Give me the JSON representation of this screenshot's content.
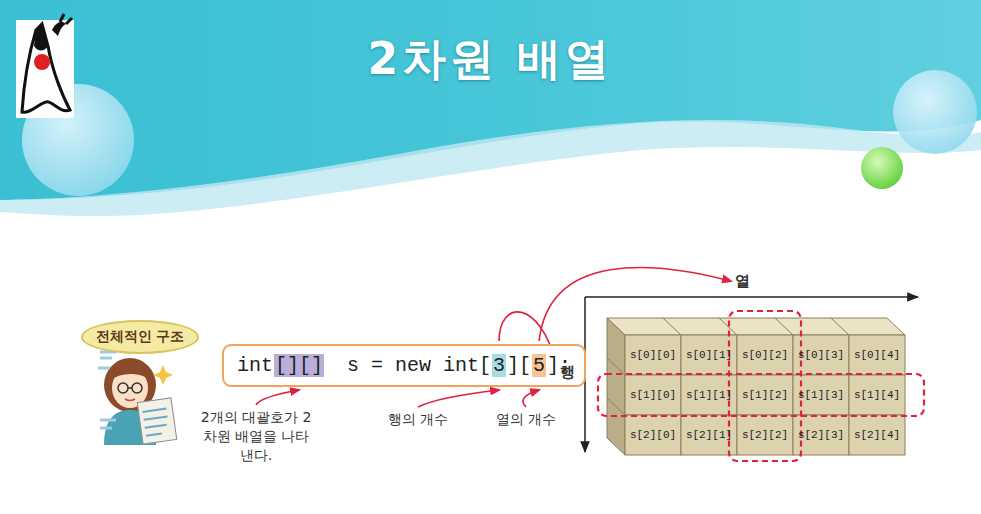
{
  "diagram": {
    "title": "2차원 배열",
    "nodes": [
      {
        "text": [
          "전체적인 구조"
        ]
      },
      {
        "text": [
          "int",
          "[][]",
          "s = new int[",
          "3",
          "][",
          "5",
          "];"
        ]
      },
      {
        "text": [
          "s[0][0]"
        ]
      },
      {
        "text": [
          "s[0][1]"
        ]
      },
      {
        "text": [
          "s[0][2]"
        ]
      },
      {
        "text": [
          "s[0][3]"
        ]
      },
      {
        "text": [
          "s[0][4]"
        ]
      },
      {
        "text": [
          "s[1][0]"
        ]
      },
      {
        "text": [
          "s[1][1]"
        ]
      },
      {
        "text": [
          "s[1][2]"
        ]
      },
      {
        "text": [
          "s[1][3]"
        ]
      },
      {
        "text": [
          "s[1][4]"
        ]
      },
      {
        "text": [
          "s[2][0]"
        ]
      },
      {
        "text": [
          "s[2][1]"
        ]
      },
      {
        "text": [
          "s[2][2]"
        ]
      },
      {
        "text": [
          "s[2][3]"
        ]
      },
      {
        "text": [
          "s[2][4]"
        ]
      }
    ],
    "labels": [
      "2개의 대괄호가 2차원 배열을 나타낸다.",
      "행의 개수",
      "열의 개수",
      "열",
      "행"
    ]
  }
}
